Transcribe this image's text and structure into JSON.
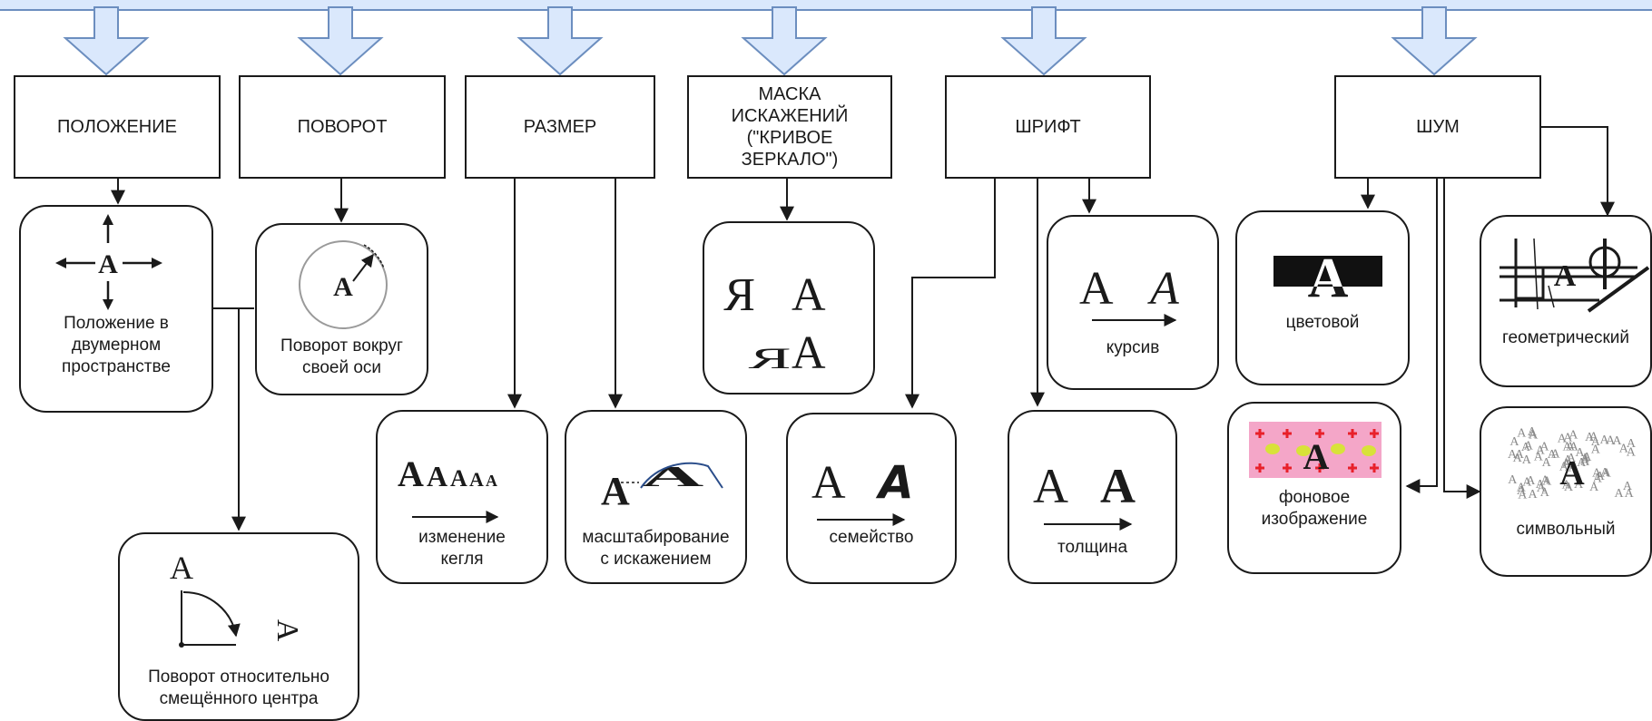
{
  "categories": {
    "position": "ПОЛОЖЕНИЕ",
    "rotation": "ПОВОРОТ",
    "size": "РАЗМЕР",
    "distortion_mask": "МАСКА\nИСКАЖЕНИЙ\n(\"КРИВОЕ\nЗЕРКАЛО\")",
    "font": "ШРИФТ",
    "noise": "ШУМ"
  },
  "cards": {
    "position_2d": "Положение в\nдвумерном\nпространстве",
    "rotation_own_axis": "Поворот вокруг\nсвоей оси",
    "rotation_offset_center": "Поворот относительно\nсмещённого центра",
    "size_change": "изменение\nкегля",
    "scale_distortion": "масштабирование\nс искажением",
    "font_family": "семейство",
    "font_weight": "толщина",
    "font_italic": "курсив",
    "noise_color": "цветовой",
    "noise_background": "фоновое\nизображение",
    "noise_geometric": "геометрический",
    "noise_symbolic": "символьный"
  },
  "glyphs": {
    "letter": "A",
    "mirror": "R"
  },
  "colors": {
    "bar_fill": "#dae8fc",
    "bar_stroke": "#6c8ebf",
    "stroke": "#1a1a1a",
    "bg_noise_pink": "#f4a6c8",
    "bg_noise_red": "#e8202a",
    "bg_noise_yellow": "#d8e23a"
  }
}
